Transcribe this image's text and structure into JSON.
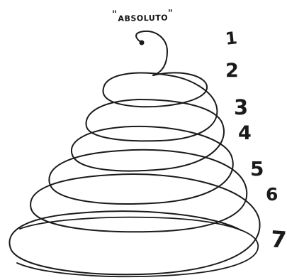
{
  "title": {
    "open_quote": "\"",
    "text": "ABSOLUTO",
    "close_quote": "\""
  },
  "levels": [
    {
      "label": "1"
    },
    {
      "label": "2"
    },
    {
      "label": "3"
    },
    {
      "label": "4"
    },
    {
      "label": "5"
    },
    {
      "label": "6"
    },
    {
      "label": "7"
    }
  ],
  "colors": {
    "ink": "#1a1a1a",
    "background": "#ffffff"
  }
}
